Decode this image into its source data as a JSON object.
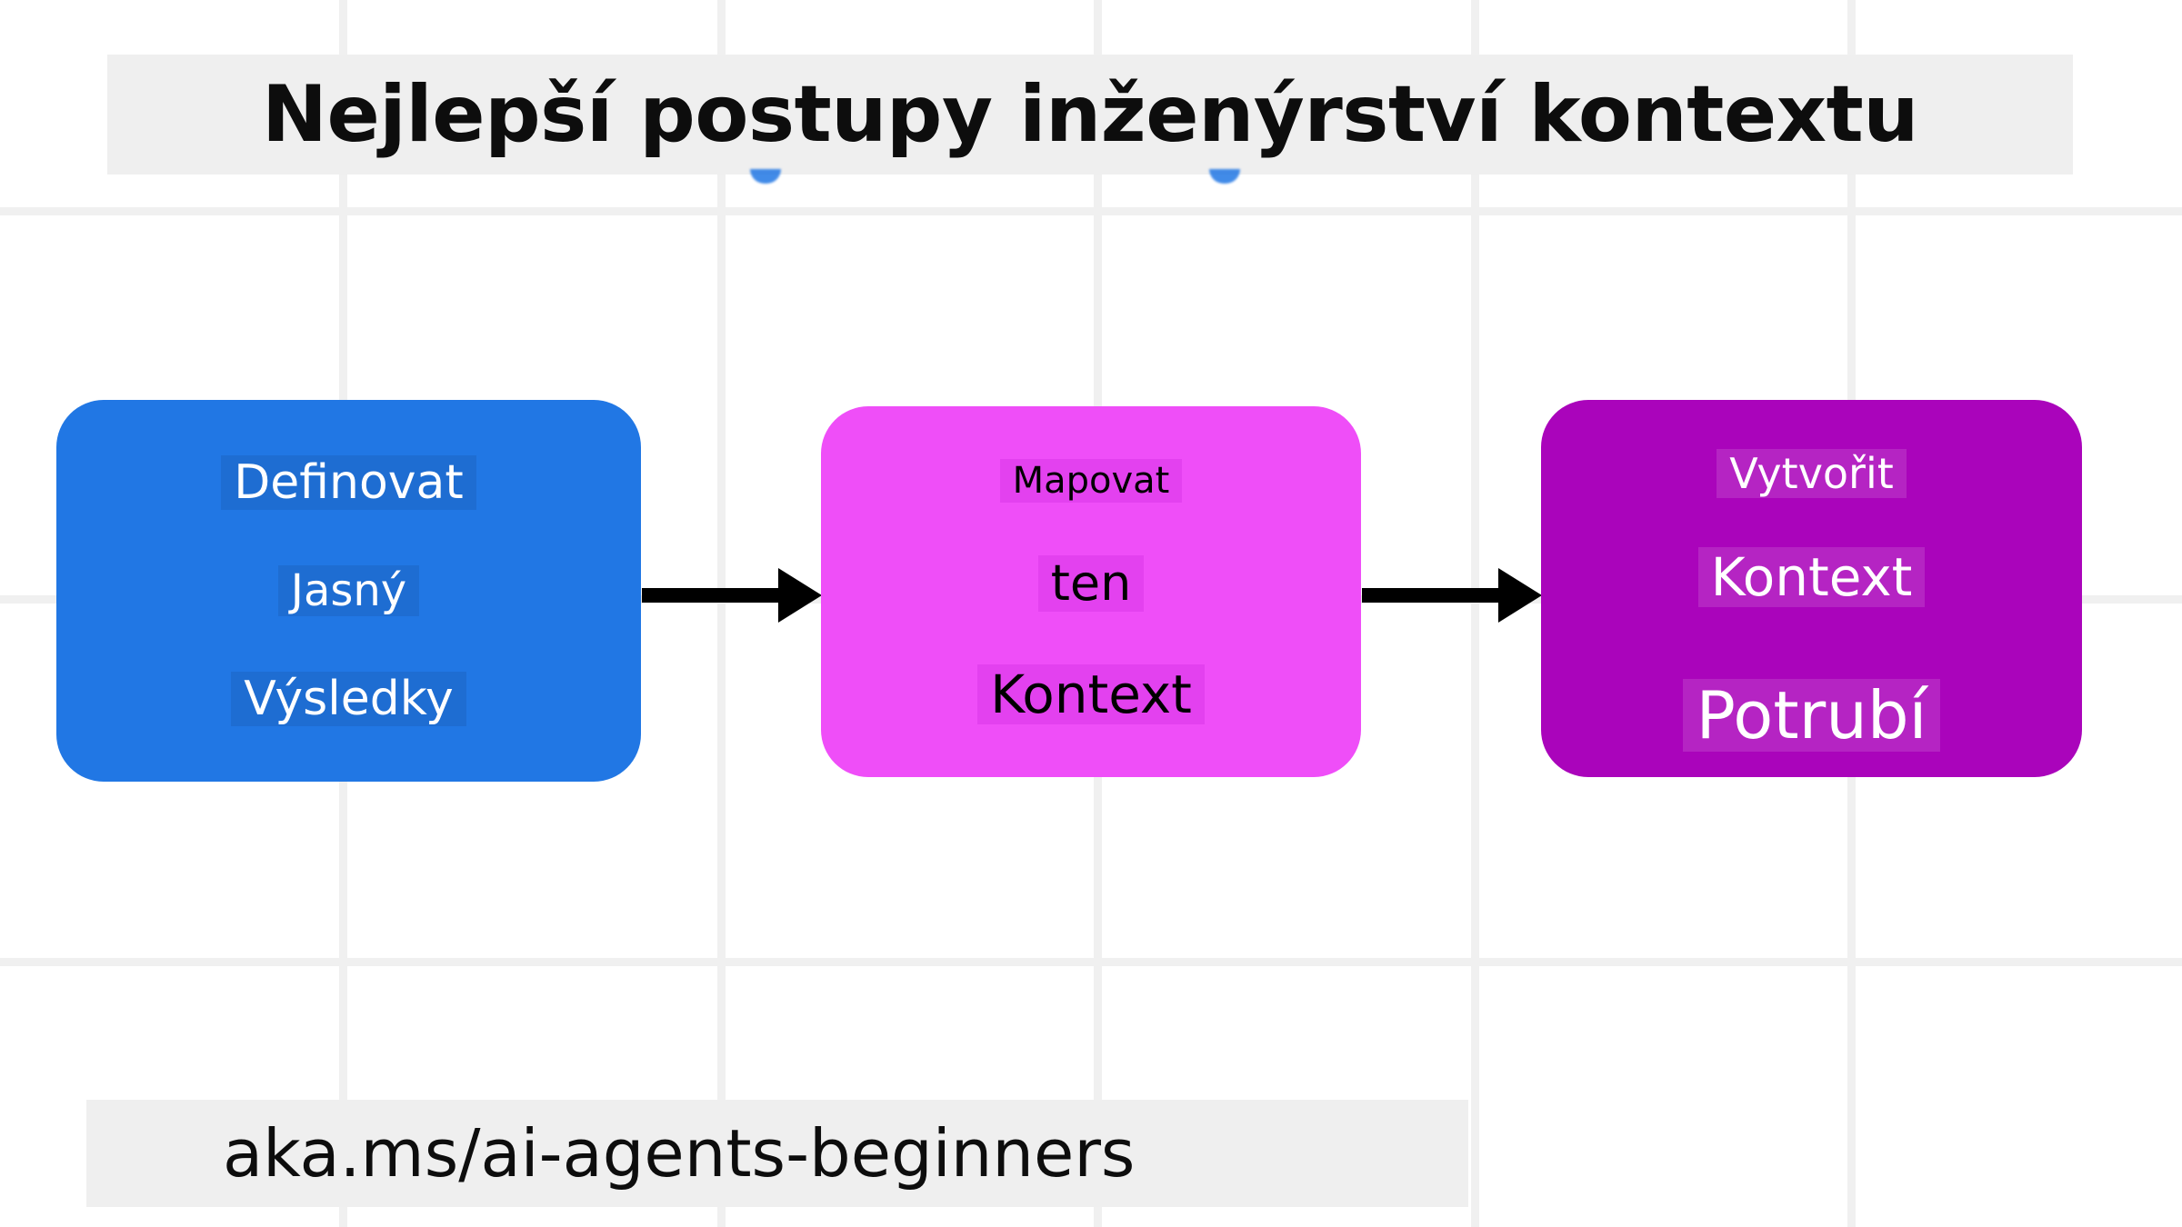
{
  "page": {
    "title": "Nejlepší postupy inženýrství kontextu",
    "footer_link": "aka.ms/ai-agents-beginners",
    "background_color": "#ffffff",
    "grid_color": "#f0f0f0",
    "band_color": "#efefef",
    "arrow_color": "#000000"
  },
  "flow": {
    "steps": [
      {
        "id": "define",
        "color": "#2177e4",
        "text_color": "#ffffff",
        "lines": [
          "Definovat",
          "Jasný",
          "Výsledky"
        ]
      },
      {
        "id": "map",
        "color": "#ef4ef8",
        "text_color": "#000000",
        "lines": [
          "Mapovat",
          "ten",
          "Kontext"
        ]
      },
      {
        "id": "build",
        "color": "#aa04bb",
        "text_color": "#ffffff",
        "lines": [
          "Vytvořit",
          "Kontext",
          "Potrubí"
        ]
      }
    ],
    "connectors": [
      {
        "id": "arrow-define-to-map",
        "icon": "arrow-right-icon"
      },
      {
        "id": "arrow-map-to-build",
        "icon": "arrow-right-icon"
      }
    ]
  },
  "grid": {
    "vertical_x": [
      373,
      789,
      1203,
      1618,
      2032
    ],
    "horizontal_y": [
      228,
      655,
      1054
    ]
  }
}
